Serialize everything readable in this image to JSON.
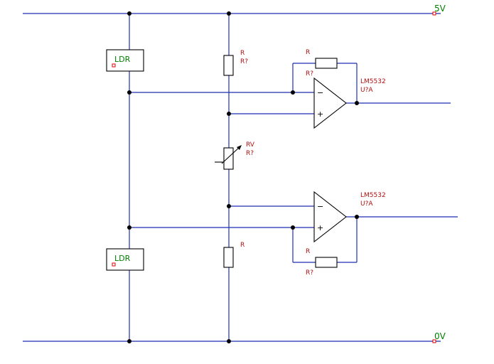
{
  "rails": {
    "top": "5V",
    "bottom": "0V"
  },
  "ldr": {
    "top": "LDR",
    "bottom": "LDR"
  },
  "resistors": {
    "r_top": {
      "name": "R",
      "ref": "R?"
    },
    "r_bottom": {
      "name": "R"
    },
    "feedback_top": {
      "name": "R",
      "ref": "R?"
    },
    "feedback_bottom": {
      "name": "R",
      "ref": "R?"
    }
  },
  "pot": {
    "name": "RV",
    "ref": "R?"
  },
  "opamps": {
    "top": {
      "part": "LM5532",
      "ref": "U?A",
      "minus": "−",
      "plus": "+"
    },
    "bottom": {
      "part": "LM5532",
      "ref": "U?A",
      "minus": "−",
      "plus": "+"
    }
  },
  "colors": {
    "wire": "#1f2fb0",
    "label": "#b01010",
    "net_label": "#008000"
  }
}
